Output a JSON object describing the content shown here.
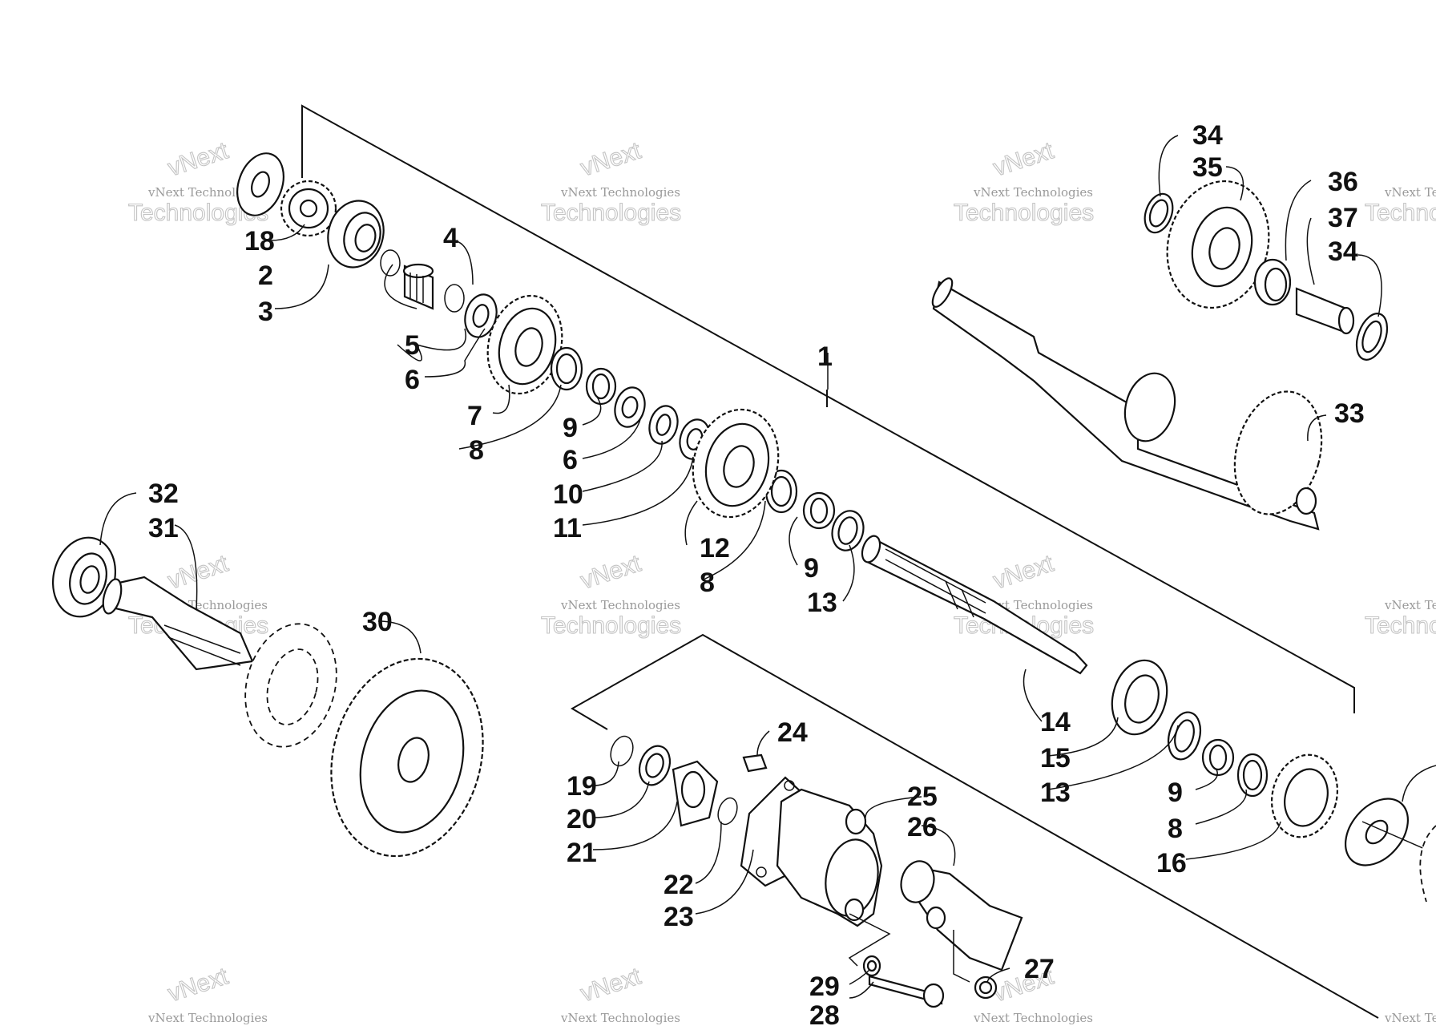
{
  "watermark": {
    "line1": "vNext Technologies",
    "line2": "vNext",
    "line3": "Technologies"
  },
  "callouts": [
    "1",
    "2",
    "3",
    "4",
    "5",
    "6",
    "6",
    "7",
    "8",
    "8",
    "8",
    "9",
    "9",
    "9",
    "10",
    "11",
    "12",
    "13",
    "13",
    "14",
    "15",
    "16",
    "18",
    "19",
    "20",
    "21",
    "22",
    "23",
    "24",
    "25",
    "26",
    "27",
    "28",
    "29",
    "30",
    "31",
    "32",
    "33",
    "34",
    "34",
    "35",
    "36",
    "37"
  ],
  "colors": {
    "ink": "#111111",
    "watermark": "#b0b0b0",
    "paper": "#ffffff"
  }
}
